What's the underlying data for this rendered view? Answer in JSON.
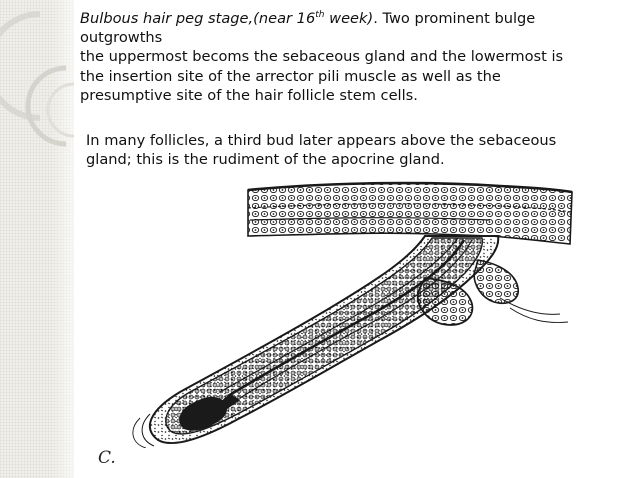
{
  "paragraph1": {
    "italic_a": "Bulbous hair peg stage,(near 16",
    "sup": "th",
    "italic_b": " week)",
    "normal_tail": ". Two prominent bulge",
    "line2": "outgrowths",
    "line3": "the uppermost becoms the sebaceous gland and the lowermost is",
    "line4": "the insertion site of the arrector pili muscle as well as the",
    "line5": "presumptive site of the hair follicle stem cells."
  },
  "paragraph2": {
    "line1": "In many follicles, a third bud later appears above the sebaceous",
    "line2": "gland; this is the rudiment of the apocrine gland."
  },
  "figure": {
    "label": "C."
  },
  "colors": {
    "text": "#111111",
    "texture_bg": "#f0efe9",
    "ink": "#1a1a1a"
  }
}
